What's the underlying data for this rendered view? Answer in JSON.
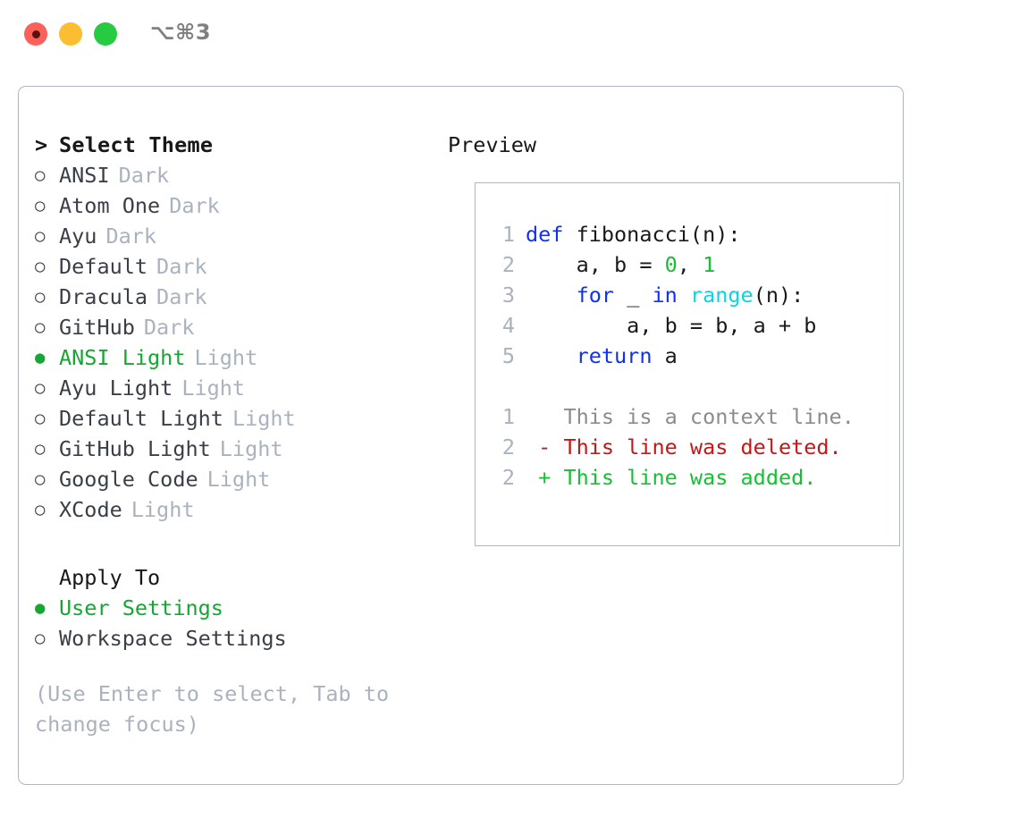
{
  "window": {
    "shortcut": "⌥⌘3",
    "traffic_lights": [
      {
        "name": "close",
        "color": "#fb6159"
      },
      {
        "name": "minimize",
        "color": "#fcbe31"
      },
      {
        "name": "maximize",
        "color": "#26cb41"
      }
    ]
  },
  "theme_picker": {
    "caret": ">",
    "title": "Select Theme",
    "bullet_selected": "●",
    "bullet_unselected": "○",
    "themes": [
      {
        "name": "ANSI",
        "tag": "Dark",
        "selected": false
      },
      {
        "name": "Atom One",
        "tag": "Dark",
        "selected": false
      },
      {
        "name": "Ayu",
        "tag": "Dark",
        "selected": false
      },
      {
        "name": "Default",
        "tag": "Dark",
        "selected": false
      },
      {
        "name": "Dracula",
        "tag": "Dark",
        "selected": false
      },
      {
        "name": "GitHub",
        "tag": "Dark",
        "selected": false
      },
      {
        "name": "ANSI Light",
        "tag": "Light",
        "selected": true
      },
      {
        "name": "Ayu Light",
        "tag": "Light",
        "selected": false
      },
      {
        "name": "Default Light",
        "tag": "Light",
        "selected": false
      },
      {
        "name": "GitHub Light",
        "tag": "Light",
        "selected": false
      },
      {
        "name": "Google Code",
        "tag": "Light",
        "selected": false
      },
      {
        "name": "XCode",
        "tag": "Light",
        "selected": false
      }
    ]
  },
  "apply_to": {
    "label": "Apply To",
    "options": [
      {
        "name": "User Settings",
        "selected": true
      },
      {
        "name": "Workspace Settings",
        "selected": false
      }
    ]
  },
  "hint": "(Use Enter to select, Tab to change focus)",
  "preview": {
    "heading": "Preview",
    "code_lines": [
      {
        "no": "1",
        "tokens": [
          {
            "t": "def ",
            "c": "kw"
          },
          {
            "t": "fibonacci(n):",
            "c": "txt"
          }
        ]
      },
      {
        "no": "2",
        "tokens": [
          {
            "t": "    a, b = ",
            "c": "txt"
          },
          {
            "t": "0",
            "c": "num"
          },
          {
            "t": ", ",
            "c": "txt"
          },
          {
            "t": "1",
            "c": "num"
          }
        ]
      },
      {
        "no": "3",
        "tokens": [
          {
            "t": "    ",
            "c": "txt"
          },
          {
            "t": "for",
            "c": "kw"
          },
          {
            "t": " _ ",
            "c": "txt"
          },
          {
            "t": "in",
            "c": "kw"
          },
          {
            "t": " ",
            "c": "txt"
          },
          {
            "t": "range",
            "c": "fn"
          },
          {
            "t": "(n):",
            "c": "txt"
          }
        ]
      },
      {
        "no": "4",
        "tokens": [
          {
            "t": "        a, b = b, a + b",
            "c": "txt"
          }
        ]
      },
      {
        "no": "5",
        "tokens": [
          {
            "t": "    ",
            "c": "txt"
          },
          {
            "t": "return",
            "c": "kw"
          },
          {
            "t": " a",
            "c": "txt"
          }
        ]
      }
    ],
    "diff_lines": [
      {
        "no": "1",
        "tokens": [
          {
            "t": "   This is a context line.",
            "c": "ctx"
          }
        ]
      },
      {
        "no": "2",
        "tokens": [
          {
            "t": " - This line was deleted.",
            "c": "del"
          }
        ]
      },
      {
        "no": "2",
        "tokens": [
          {
            "t": " + This line was added.",
            "c": "add"
          }
        ]
      }
    ]
  }
}
